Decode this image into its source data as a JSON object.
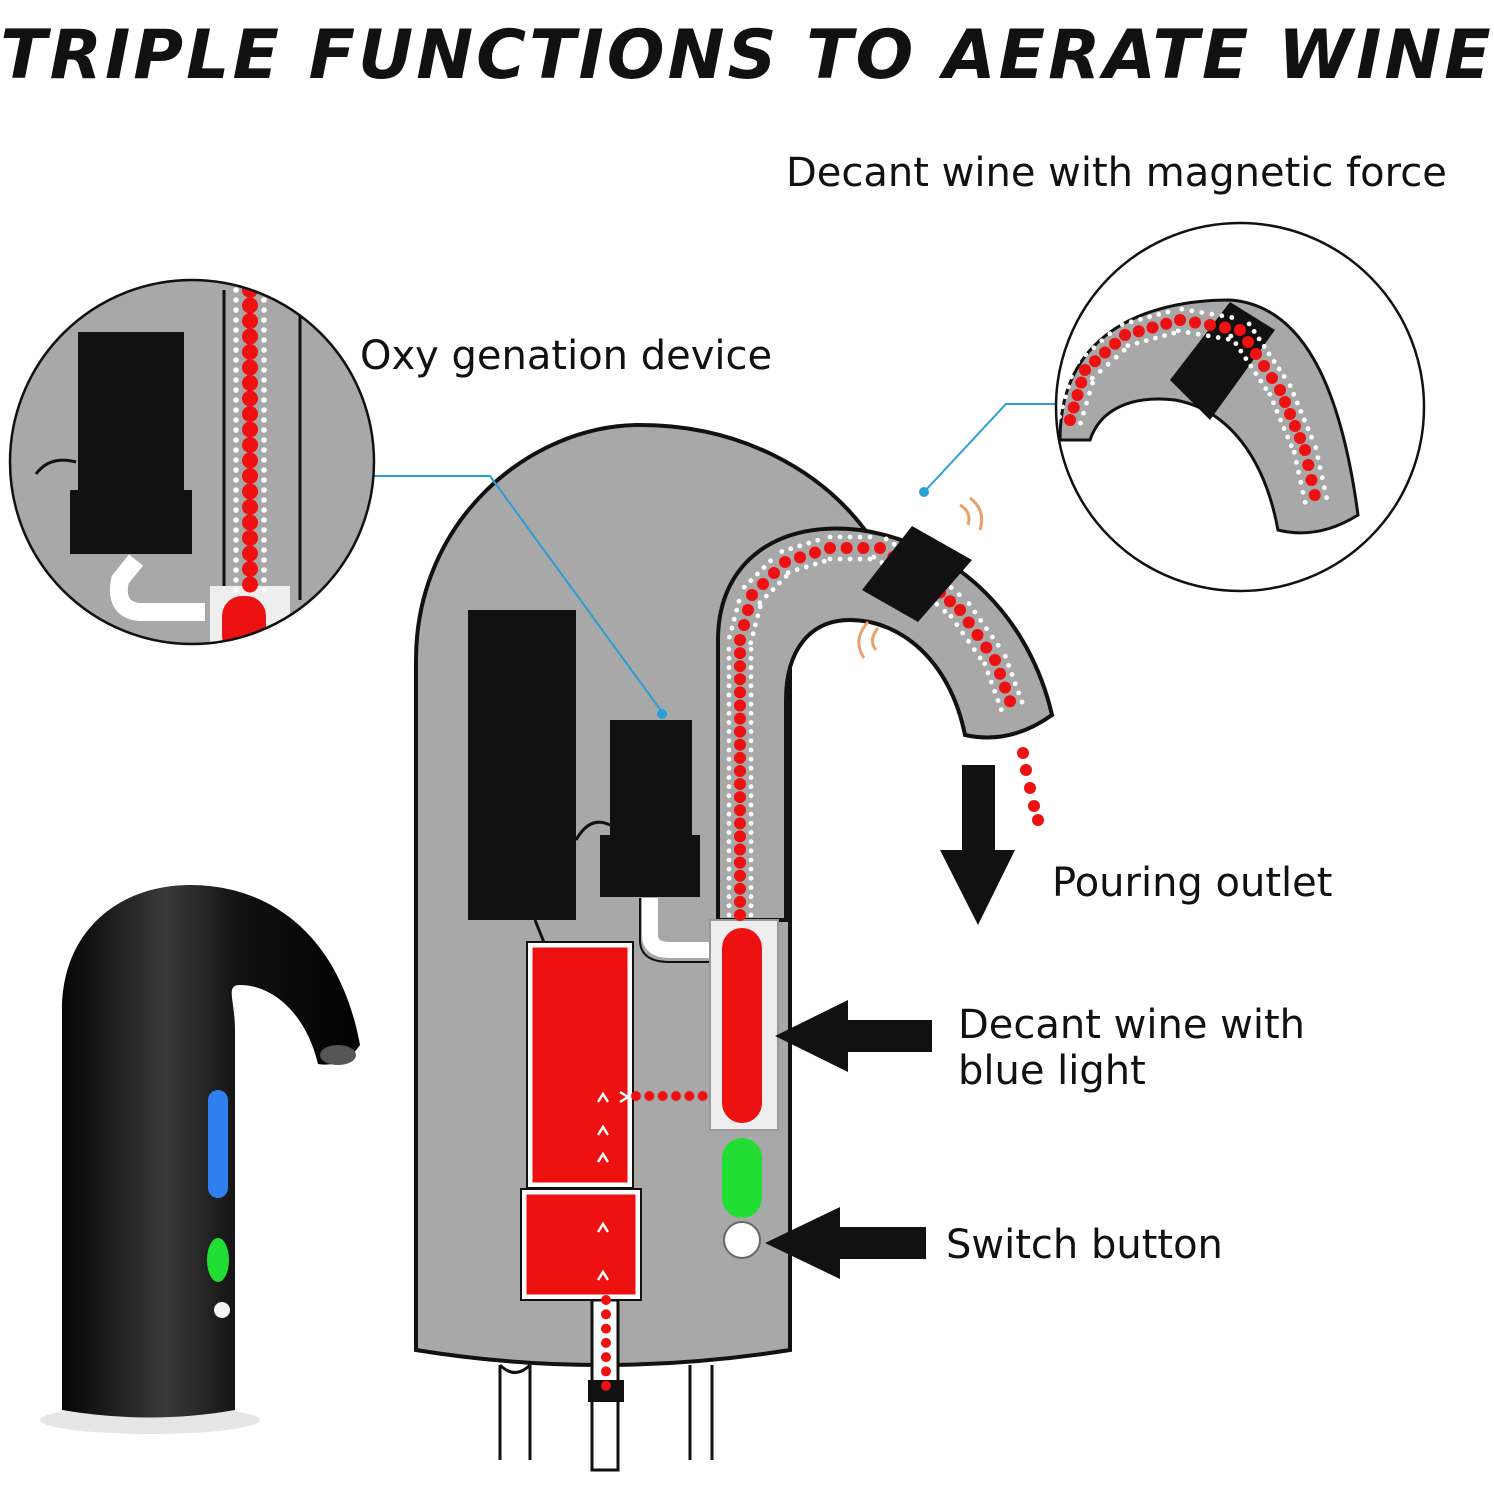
{
  "title": "TRIPLE FUNCTIONS TO AERATE WINE",
  "labels": {
    "magnetic": "Decant wine with magnetic force",
    "oxy": "Oxy genation device",
    "pouring": "Pouring outlet",
    "blue_light_line1": "Decant wine with",
    "blue_light_line2": "blue light",
    "switch": "Switch button"
  },
  "colors": {
    "body_gray": "#a8a8a8",
    "wine_red": "#ee1111",
    "leader_blue": "#2a9fd6",
    "led_blue": "#2f7ff0",
    "led_green": "#22dd33",
    "device_black": "#111111",
    "vibration_orange": "#e8a070"
  },
  "icons": [
    "magnet-icon",
    "vibration-icon",
    "down-arrow-icon",
    "left-arrow-icon"
  ]
}
